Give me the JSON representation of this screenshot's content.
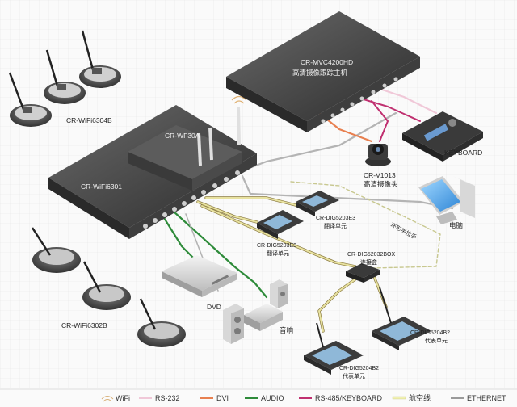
{
  "devices": {
    "wifi6304b": "CR-WiFi6304B",
    "wf30a": "CR-WF30A",
    "wifi6301": "CR-WiFi6301",
    "mvc4200hd": "CR-MVC4200HD",
    "mvc4200hd_sub": "高清摄像跟踪主机",
    "keyboard": "KEYBOARD",
    "v1013": "CR-V1013",
    "v1013_sub": "高清摄像头",
    "pc": "电脑",
    "loop_cable": "环形手拉手",
    "dig5203e3_a": "CR-DIG5203E3",
    "dig5203e3_a_sub": "翻译单元",
    "dig5203e3_b": "CR-DIG5203E3",
    "dig5203e3_b_sub": "翻译单元",
    "dig52032box": "CR-DIG52032BOX",
    "dig52032box_sub": "连接盒",
    "wifi6302b": "CR-WiFi6302B",
    "dvd": "DVD",
    "speaker": "音响",
    "dig5204b2_a": "CR-DIG5204B2",
    "dig5204b2_a_sub": "代表单元",
    "dig5204b2_b": "CR-DIG5204B2",
    "dig5204b2_b_sub": "代表单元"
  },
  "legend": [
    {
      "label": "WiFi",
      "color": "#e8c89a",
      "kind": "wifi-icon"
    },
    {
      "label": "RS-232",
      "color": "#f0c8d8",
      "kind": "line"
    },
    {
      "label": "DVI",
      "color": "#e88050",
      "kind": "line"
    },
    {
      "label": "AUDIO",
      "color": "#2e8b3a",
      "kind": "line"
    },
    {
      "label": "RS-485/KEYBOARD",
      "color": "#c03070",
      "kind": "line"
    },
    {
      "label": "航空线",
      "color": "#f0f0b0",
      "kind": "line"
    },
    {
      "label": "ETHERNET",
      "color": "#9a9a9a",
      "kind": "line"
    }
  ],
  "colors": {
    "device_dark": "#3a3a3a",
    "device_mid": "#555555",
    "mic_base": "#555555",
    "ethernet": "#b4b4b4",
    "aviation": "#e8e2a0",
    "audio": "#2e8b3a",
    "dvi": "#e88050",
    "rs485": "#c03070",
    "rs232": "#f0c8d8"
  }
}
